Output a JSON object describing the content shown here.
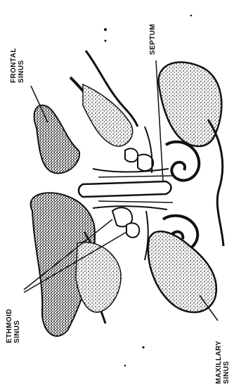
{
  "labels": {
    "frontal": [
      "FRONTAL",
      "SINUS"
    ],
    "septum": "SEPTUM",
    "ethmoid": [
      "ETHMOID",
      "SINUS"
    ],
    "maxillary": [
      "MAXILLARY",
      "SINUS"
    ]
  },
  "colors": {
    "ink": "#111111",
    "stipple": "#3a3a3a",
    "background": "#ffffff"
  }
}
